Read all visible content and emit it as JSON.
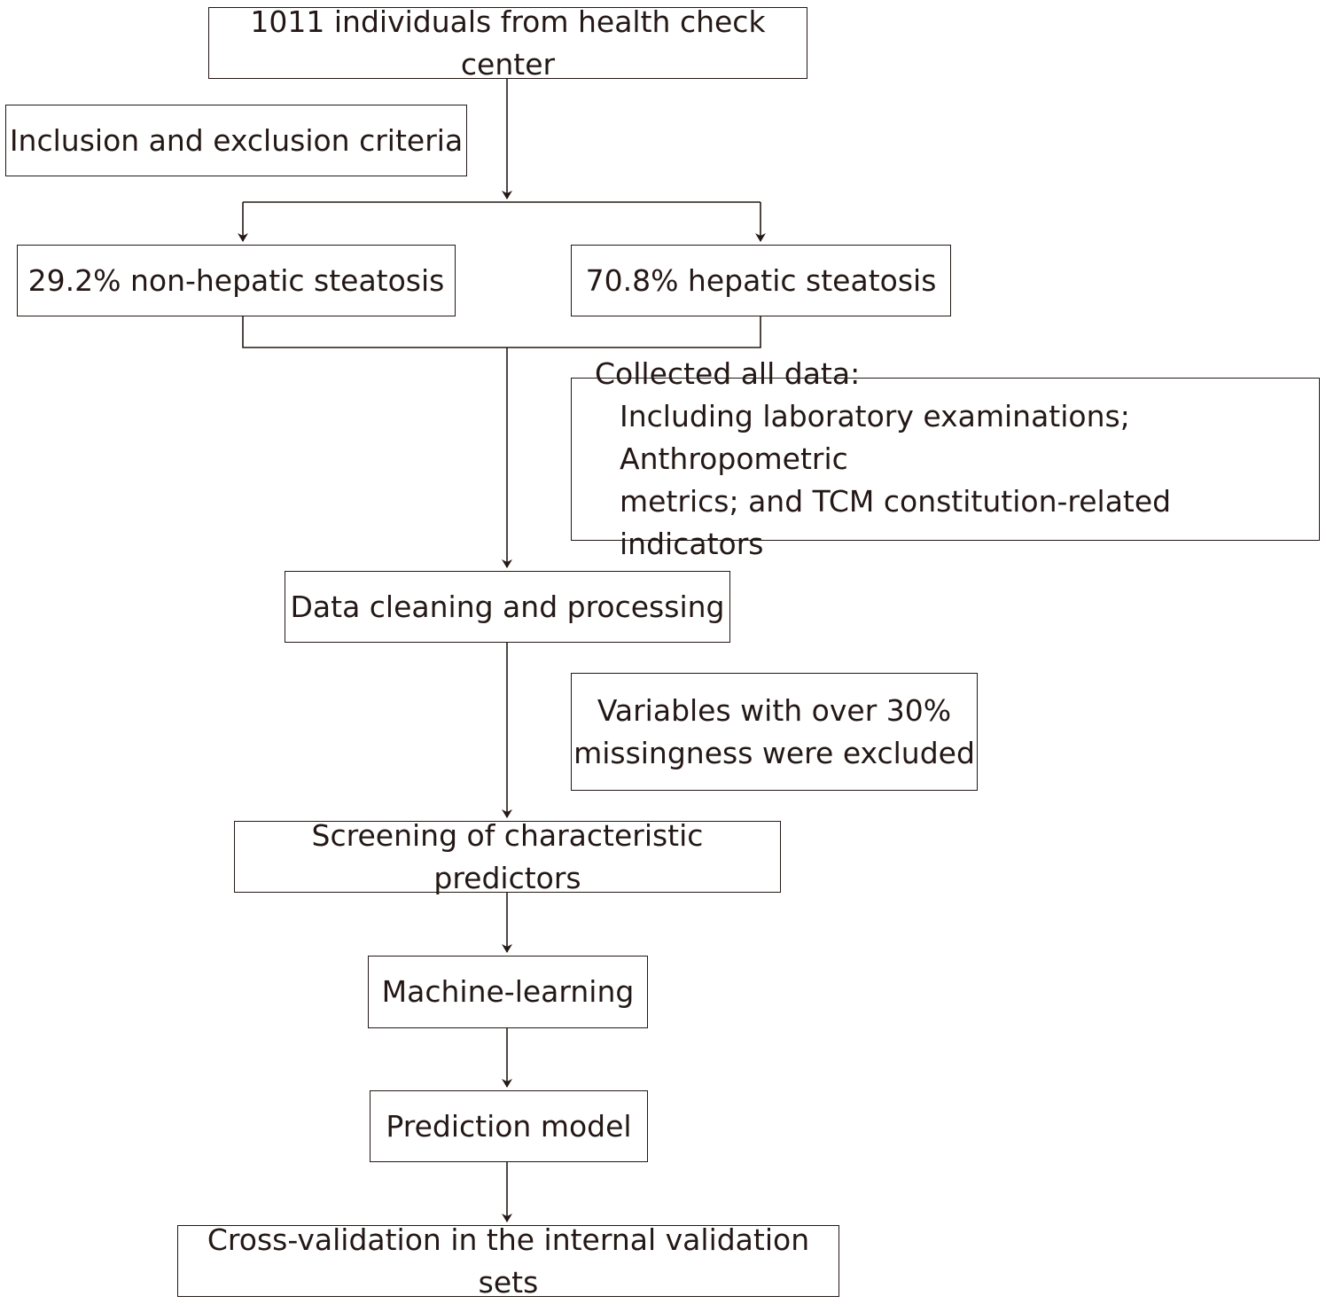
{
  "nodes": {
    "source": "1011 individuals from health check center",
    "criteria": "Inclusion and exclusion criteria",
    "non_steatosis": "29.2% non-hepatic steatosis",
    "steatosis": "70.8% hepatic steatosis",
    "collected": {
      "line1": "Collected all data:",
      "line2": "Including laboratory examinations; Anthropometric",
      "line3": "metrics; and TCM constitution-related indicators"
    },
    "cleaning": "Data cleaning and processing",
    "missingness": {
      "line1": "Variables with over 30%",
      "line2": "missingness were excluded"
    },
    "screening": "Screening of characteristic predictors",
    "ml": "Machine-learning",
    "model": "Prediction model",
    "validation": "Cross-validation in the internal validation sets"
  },
  "colors": {
    "stroke": "#231815",
    "background": "#ffffff"
  }
}
